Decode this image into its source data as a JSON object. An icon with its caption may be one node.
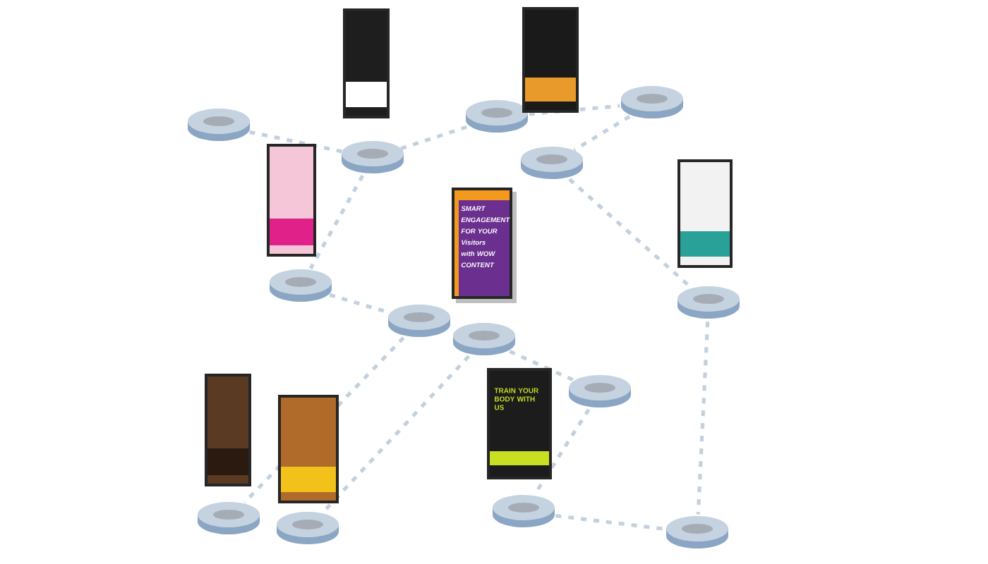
{
  "diagram": {
    "nodes": [
      {
        "text": [],
        "shape": "cylinder"
      },
      {
        "text": [],
        "shape": "cylinder"
      },
      {
        "text": [],
        "shape": "cylinder"
      },
      {
        "text": [],
        "shape": "cylinder"
      },
      {
        "text": [],
        "shape": "cylinder"
      },
      {
        "text": [],
        "shape": "cylinder"
      },
      {
        "text": [],
        "shape": "cylinder"
      },
      {
        "text": [],
        "shape": "cylinder"
      },
      {
        "text": [],
        "shape": "cylinder"
      },
      {
        "text": [],
        "shape": "cylinder"
      },
      {
        "text": [],
        "shape": "cylinder"
      },
      {
        "text": [],
        "shape": "cylinder"
      },
      {
        "text": [],
        "shape": "cylinder"
      },
      {
        "text": [],
        "shape": "cylinder"
      }
    ],
    "edges": [
      {
        "from": 0,
        "to": 1,
        "arrow": "none",
        "style": "dashed"
      },
      {
        "from": 1,
        "to": 2,
        "arrow": "none",
        "style": "dashed"
      },
      {
        "from": 2,
        "to": 3,
        "arrow": "none",
        "style": "dashed"
      },
      {
        "from": 3,
        "to": 4,
        "arrow": "none",
        "style": "dashed"
      },
      {
        "from": 4,
        "to": 8,
        "arrow": "none",
        "style": "dashed"
      },
      {
        "from": 1,
        "to": 5,
        "arrow": "none",
        "style": "dashed"
      },
      {
        "from": 5,
        "to": 6,
        "arrow": "none",
        "style": "dashed"
      },
      {
        "from": 6,
        "to": 10,
        "arrow": "none",
        "style": "dashed"
      },
      {
        "from": 7,
        "to": 11,
        "arrow": "none",
        "style": "dashed"
      },
      {
        "from": 7,
        "to": 9,
        "arrow": "none",
        "style": "dashed"
      },
      {
        "from": 9,
        "to": 12,
        "arrow": "none",
        "style": "dashed"
      },
      {
        "from": 12,
        "to": 13,
        "arrow": "none",
        "style": "dashed"
      },
      {
        "from": 8,
        "to": 13,
        "arrow": "none",
        "style": "dashed"
      }
    ],
    "labels": [
      "SMART ENGAGEMENT FOR YOUR Visitors with WOW CONTENT",
      "TRAIN YOUR BODY WITH US"
    ]
  }
}
